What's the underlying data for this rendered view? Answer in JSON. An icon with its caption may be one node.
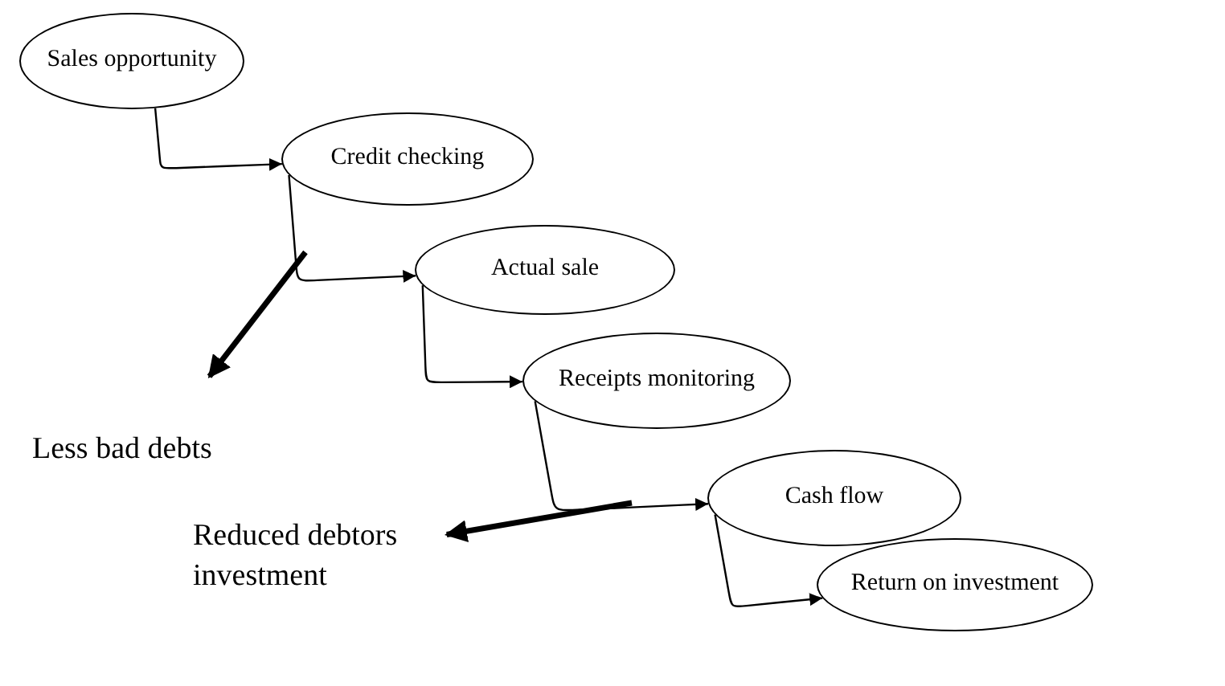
{
  "diagram": {
    "nodes": [
      {
        "text": [
          "Sales opportunity"
        ]
      },
      {
        "text": [
          "Credit checking"
        ]
      },
      {
        "text": [
          "Actual sale"
        ]
      },
      {
        "text": [
          "Receipts monitoring"
        ]
      },
      {
        "text": [
          "Cash flow"
        ]
      },
      {
        "text": [
          "Return on investment"
        ]
      },
      {
        "text": [
          "Less bad debts"
        ]
      },
      {
        "text": [
          "Reduced debtors investment"
        ]
      }
    ],
    "edges": [
      {
        "from": 0,
        "to": 1,
        "arrow": "to"
      },
      {
        "from": 1,
        "to": 2,
        "arrow": "to"
      },
      {
        "from": 2,
        "to": 3,
        "arrow": "to"
      },
      {
        "from": 3,
        "to": 4,
        "arrow": "to"
      },
      {
        "from": 4,
        "to": 5,
        "arrow": "to"
      },
      {
        "from": null,
        "to": 6,
        "arrow": "to",
        "style": "thick"
      },
      {
        "from": null,
        "to": 7,
        "arrow": "to",
        "style": "thick"
      }
    ]
  }
}
